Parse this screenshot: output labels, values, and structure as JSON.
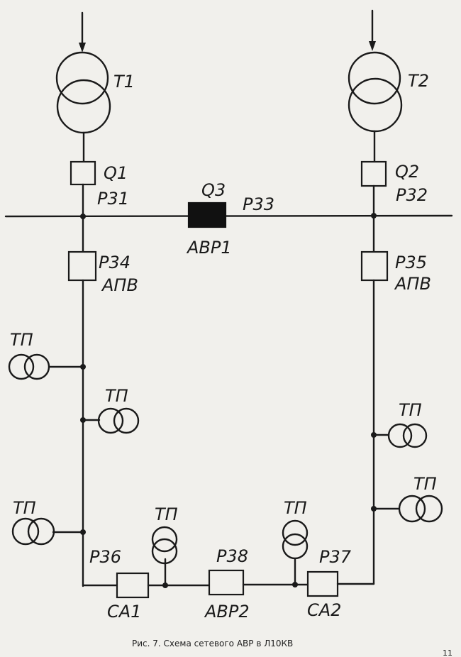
{
  "labels": {
    "t1": "T1",
    "t2": "T2",
    "q1": "Q1",
    "p31": "P31",
    "q2": "Q2",
    "p32": "P32",
    "q3": "Q3",
    "p33": "P33",
    "abp1": "ABP1",
    "p34": "P34",
    "apv_left": "AПB",
    "p35": "P35",
    "apv_right": "AПB",
    "tp1": "TП",
    "tp2": "TП",
    "tp3": "TП",
    "tp4": "TП",
    "tp5": "TП",
    "tp6": "TП",
    "tp7": "TП",
    "p36": "P36",
    "p38": "P38",
    "p37": "P37",
    "ca1": "CA1",
    "abp2": "ABP2",
    "ca2": "CA2"
  },
  "caption": "Рис. 7. Схема сетевого АВР в Л10КВ",
  "page_number": "11"
}
